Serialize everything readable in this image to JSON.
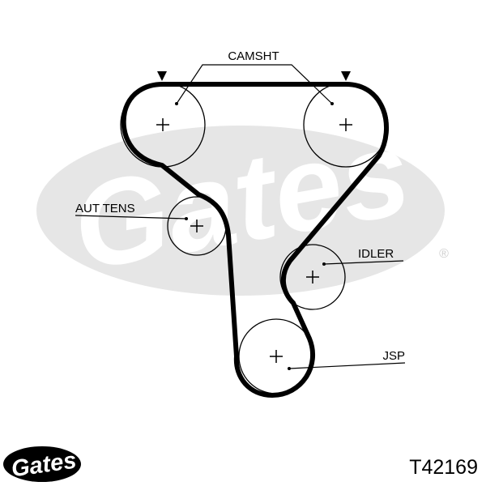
{
  "labels": {
    "camshaft": "CAMSHT",
    "aut_tens": "AUT TENS",
    "idler": "IDLER",
    "jsp": "JSP"
  },
  "watermark": {
    "text": "Gates",
    "registered": "®"
  },
  "logo": {
    "text": "Gates"
  },
  "part_number": "T42169",
  "colors": {
    "ink": "#000000",
    "watermark": "#e6e6e6"
  }
}
